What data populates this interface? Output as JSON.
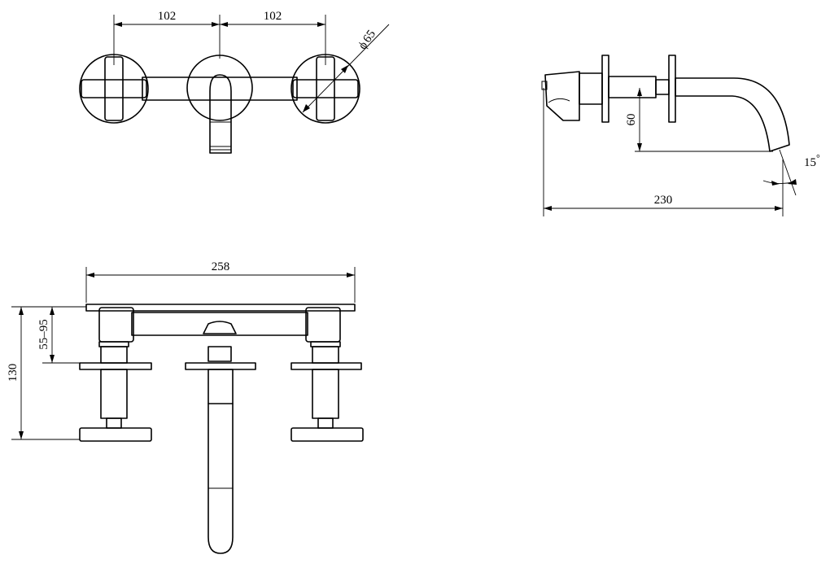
{
  "dimensions": {
    "front_spacing_left": "102",
    "front_spacing_right": "102",
    "handle_diameter": "65",
    "side_drop": "60",
    "spout_angle": "15",
    "spout_reach": "230",
    "top_overall_width": "258",
    "body_depth_range": "55–95",
    "overall_depth": "130"
  },
  "symbols": {
    "diameter": "ϕ",
    "degree": "°"
  }
}
